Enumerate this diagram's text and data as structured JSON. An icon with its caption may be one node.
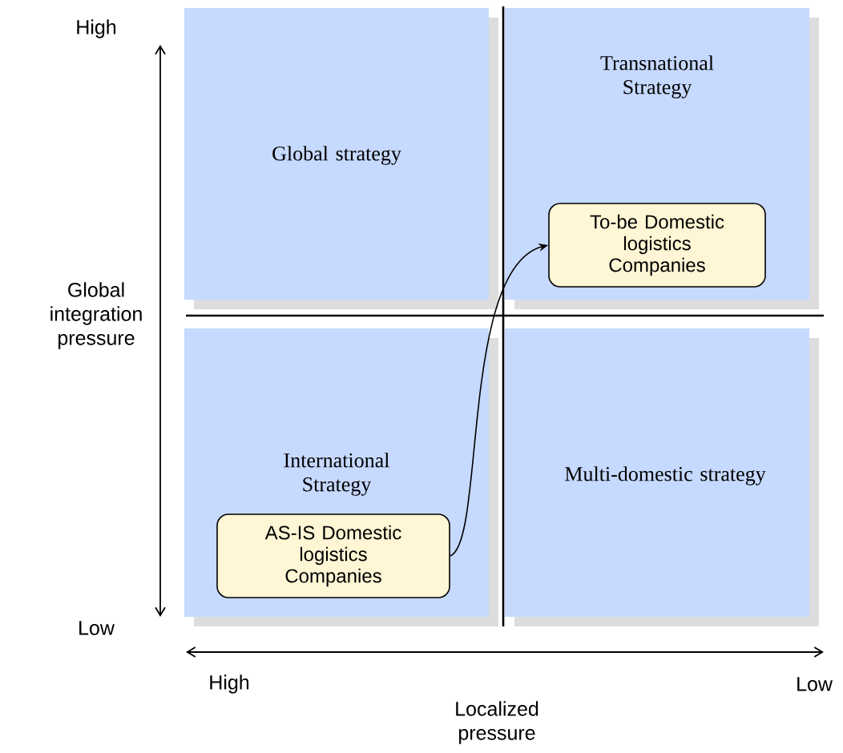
{
  "diagram": {
    "nodes": [
      {
        "text": [
          "Global strategy"
        ]
      },
      {
        "text": [
          "Transnational Strategy"
        ]
      },
      {
        "text": [
          "To-be Domestic logistics Companies"
        ],
        "in": 1
      },
      {
        "text": [
          "International Strategy"
        ]
      },
      {
        "text": [
          "AS-IS Domestic logistics Companies"
        ],
        "in": 3
      },
      {
        "text": [
          "Multi-domestic strategy"
        ]
      }
    ],
    "edges": [
      {
        "from": 4,
        "to": 2,
        "arrow": "to"
      }
    ],
    "labels": [
      "High",
      "Global integration pressure",
      "Low",
      "High",
      "Low",
      "Localized pressure"
    ]
  }
}
